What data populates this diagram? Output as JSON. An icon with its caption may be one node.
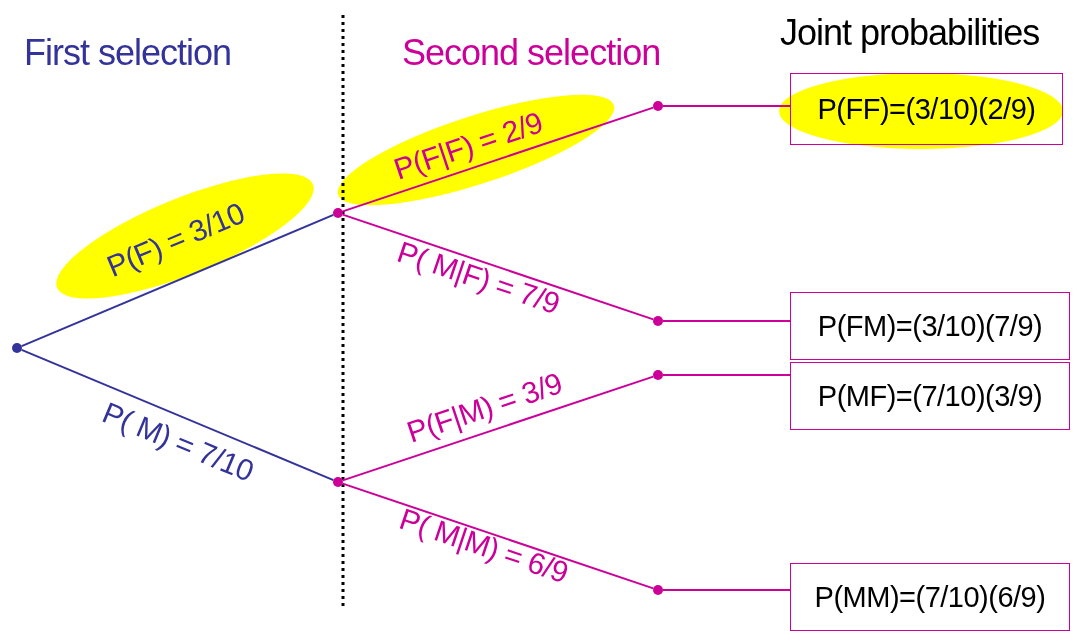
{
  "diagram": {
    "nodes": [
      {
        "text": [],
        "shape": "circle"
      },
      {
        "text": [],
        "shape": "circle"
      },
      {
        "text": [],
        "shape": "circle"
      },
      {
        "text": [],
        "shape": "circle"
      },
      {
        "text": [],
        "shape": "circle"
      },
      {
        "text": [],
        "shape": "circle"
      },
      {
        "text": [],
        "shape": "circle"
      },
      {
        "text": [
          "P(FF)=(3/10)(2/9)"
        ]
      },
      {
        "text": [
          "P(FM)=(3/10)(7/9)"
        ]
      },
      {
        "text": [
          "P(MF)=(7/10)(3/9)"
        ]
      },
      {
        "text": [
          "P(MM)=(7/10)(6/9)"
        ]
      }
    ],
    "edges": [
      {
        "from": 0,
        "to": 1,
        "arrow": "none",
        "label": "P(F) = 3/10",
        "color": "#333399"
      },
      {
        "from": 0,
        "to": 2,
        "arrow": "none",
        "label": "P( M) = 7/10",
        "color": "#333399"
      },
      {
        "from": 1,
        "to": 3,
        "arrow": "none",
        "label": "P(F|F) = 2/9"
      },
      {
        "from": 1,
        "to": 4,
        "arrow": "none",
        "label": "P( M|F) = 7/9"
      },
      {
        "from": 2,
        "to": 5,
        "arrow": "none",
        "label": "P(F|M) = 3/9"
      },
      {
        "from": 2,
        "to": 6,
        "arrow": "none",
        "label": "P( M|M) = 6/9"
      },
      {
        "from": 3,
        "to": 7,
        "arrow": "none"
      },
      {
        "from": 4,
        "to": 8,
        "arrow": "none"
      },
      {
        "from": 5,
        "to": 9,
        "arrow": "none"
      },
      {
        "from": 6,
        "to": 10,
        "arrow": "none"
      }
    ],
    "labels": [
      "First selection",
      "Second selection",
      "Joint probabilities"
    ]
  }
}
